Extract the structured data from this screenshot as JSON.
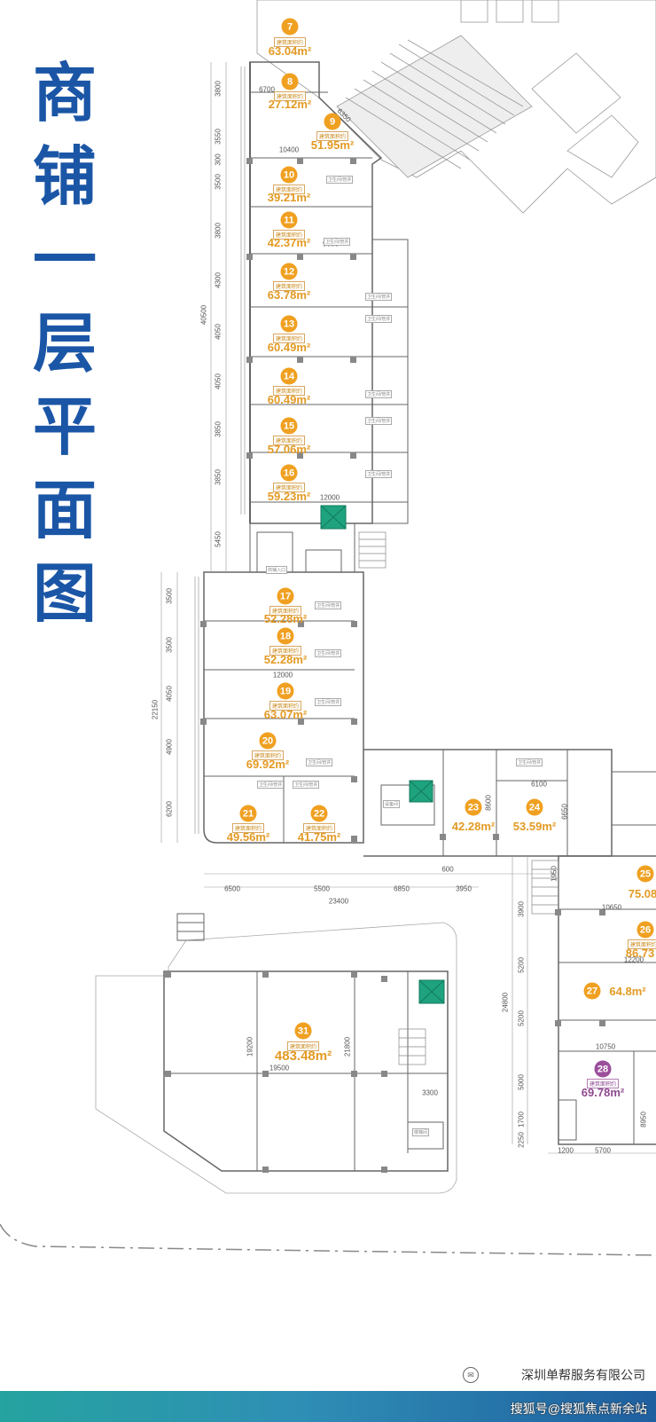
{
  "title_chars": [
    "商",
    "铺",
    "一",
    "层",
    "平",
    "面",
    "图"
  ],
  "area_caption": "建筑面积约",
  "area_unit": "m²",
  "units": [
    {
      "no": "7",
      "area": "63.04"
    },
    {
      "no": "8",
      "area": "27.12"
    },
    {
      "no": "9",
      "area": "51.95"
    },
    {
      "no": "10",
      "area": "39.21"
    },
    {
      "no": "11",
      "area": "42.37"
    },
    {
      "no": "12",
      "area": "63.78"
    },
    {
      "no": "13",
      "area": "60.49"
    },
    {
      "no": "14",
      "area": "60.49"
    },
    {
      "no": "15",
      "area": "57.06"
    },
    {
      "no": "16",
      "area": "59.23"
    },
    {
      "no": "17",
      "area": "52.28"
    },
    {
      "no": "18",
      "area": "52.28"
    },
    {
      "no": "19",
      "area": "63.07"
    },
    {
      "no": "20",
      "area": "69.92"
    },
    {
      "no": "21",
      "area": "49.56"
    },
    {
      "no": "22",
      "area": "41.75"
    },
    {
      "no": "23",
      "area": "42.28"
    },
    {
      "no": "24",
      "area": "53.59"
    },
    {
      "no": "25",
      "area": "75.08"
    },
    {
      "no": "26",
      "area": "86.73"
    },
    {
      "no": "27",
      "area": "64.8"
    },
    {
      "no": "28",
      "area": "69.78"
    },
    {
      "no": "31",
      "area": "483.48"
    }
  ],
  "dimensions": {
    "left_upper": [
      "3800",
      "3550",
      "300",
      "3500",
      "3800",
      "4300",
      "4050",
      "4050",
      "3850",
      "3850",
      "5450"
    ],
    "left_upper_total": "40500",
    "left_lower": [
      "3500",
      "3500",
      "4050",
      "4900",
      "6200"
    ],
    "left_lower_total": "22150",
    "widths_upper": [
      "6700",
      "6350",
      "10400",
      "9000",
      "12000"
    ],
    "width_mid": "12000",
    "bottom_row": [
      "6500",
      "5500",
      "6850",
      "3950"
    ],
    "bottom_total": "23400",
    "mid_right": [
      "6100",
      "8600",
      "6650",
      "600"
    ],
    "right_col": [
      "3900",
      "5200",
      "5200",
      "5000",
      "1700",
      "2250"
    ],
    "right_total": "24800",
    "right_widths": [
      "1950",
      "10650",
      "12200",
      "10750",
      "8950",
      "1200",
      "5700"
    ],
    "big_unit": [
      "19200",
      "19500",
      "21800",
      "3300"
    ]
  },
  "room_labels": {
    "toilet": "卫生间/管井",
    "equipment": "设备间",
    "stair": "楼梯间",
    "shop_entry": "商铺入口"
  },
  "watermark": {
    "line1": "深圳单帮服务有限公司",
    "line2": "搜狐号@搜狐焦点新余站"
  },
  "colors": {
    "title": "#1b56a6",
    "badge": "#f0a021",
    "badge_special": "#9b4f9b",
    "area_text": "#e39a24",
    "elevator": "#1fa37f",
    "footer": "#2f8fb5"
  }
}
